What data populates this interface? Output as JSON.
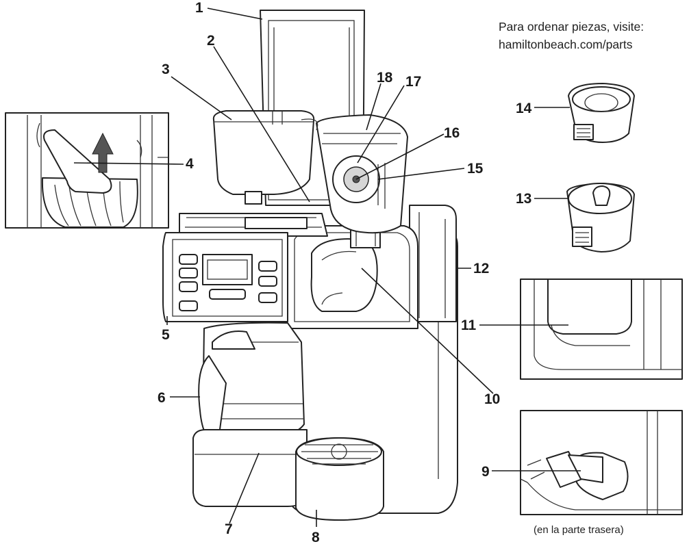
{
  "info": {
    "line1": "Para ordenar piezas, visite:",
    "line2": "hamiltonbeach.com/parts"
  },
  "caption": "(en la parte trasera)",
  "labels": {
    "n1": "1",
    "n2": "2",
    "n3": "3",
    "n4": "4",
    "n5": "5",
    "n6": "6",
    "n7": "7",
    "n8": "8",
    "n9": "9",
    "n10": "10",
    "n11": "11",
    "n12": "12",
    "n13": "13",
    "n14": "14",
    "n15": "15",
    "n16": "16",
    "n17": "17",
    "n18": "18"
  }
}
